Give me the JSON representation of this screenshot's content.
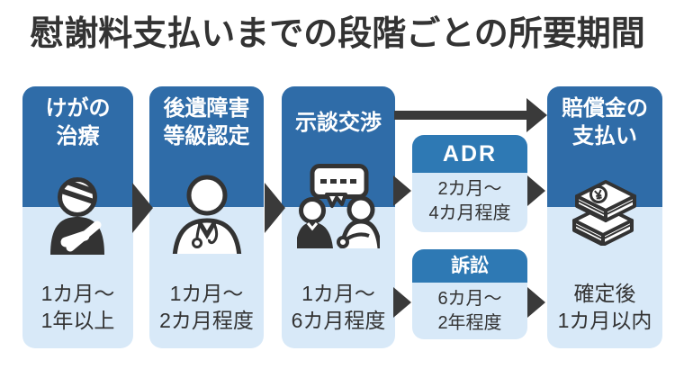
{
  "title": "慰謝料支払いまでの段階ごとの所要期間",
  "colors": {
    "header_blue": "#2f6ca8",
    "sub_header_blue": "#2e79b4",
    "body_light_blue": "#d8e9f8",
    "arrow_dark": "#3a3a3a",
    "text_dark": "#333333",
    "header_text": "#ffffff"
  },
  "stages": [
    {
      "id": "treatment",
      "label_lines": [
        "けがの",
        "治療"
      ],
      "icon": "injured-person-icon",
      "duration_lines": [
        "1カ月〜",
        "1年以上"
      ]
    },
    {
      "id": "disability-certification",
      "label_lines": [
        "後遺障害",
        "等級認定"
      ],
      "icon": "doctor-icon",
      "duration_lines": [
        "1カ月〜",
        "2カ月程度"
      ]
    },
    {
      "id": "settlement-negotiation",
      "label_lines": [
        "示談交渉"
      ],
      "icon": "negotiation-icon",
      "duration_lines": [
        "1カ月〜",
        "6カ月程度"
      ]
    },
    {
      "id": "compensation-payment",
      "label_lines": [
        "賠償金の",
        "支払い"
      ],
      "icon": "money-stack-icon",
      "duration_lines": [
        "確定後",
        "1カ月以内"
      ]
    }
  ],
  "sub_stages": [
    {
      "id": "adr",
      "label": "ADR",
      "duration_lines": [
        "2カ月〜",
        "4カ月程度"
      ]
    },
    {
      "id": "lawsuit",
      "label": "訴訟",
      "duration_lines": [
        "6カ月〜",
        "2年程度"
      ]
    }
  ]
}
